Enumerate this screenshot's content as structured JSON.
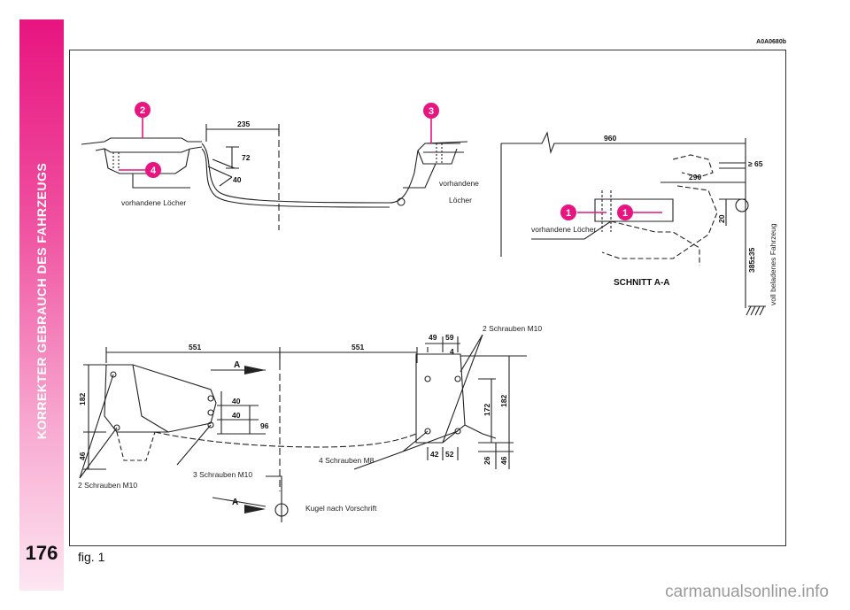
{
  "sidebar": {
    "title": "KORREKTER GEBRAUCH DES FAHRZEUGS",
    "page_number": "176"
  },
  "figure": {
    "code": "A0A0680b",
    "caption": "fig. 1",
    "labels": {
      "existing_holes_left": "vorhandene Löcher",
      "existing_holes_top_right_1": "vorhandene",
      "existing_holes_top_right_2": "Löcher",
      "existing_holes_section": "vorhandene Löcher",
      "section_title": "SCHNITT A-A",
      "loaded_vehicle": "voll beladenes Fahrzeug",
      "screws_2_m10_top": "2 Schrauben M10",
      "screws_2_m10_bottom": "2 Schrauben M10",
      "screws_3_m10": "3 Schrauben M10",
      "screws_4_m8": "4 Schrauben M8",
      "ball_spec": "Kugel nach Vorschrift",
      "section_marker": "A"
    },
    "callouts": {
      "c1": "1",
      "c2": "2",
      "c3": "3",
      "c4": "4"
    },
    "dimensions": {
      "d235": "235",
      "d72": "72",
      "d40a": "40",
      "d960": "960",
      "d65": "≥ 65",
      "d290": "290",
      "d20": "20",
      "d385": "385±35",
      "d551a": "551",
      "d551b": "551",
      "d182a": "182",
      "d46a": "46",
      "d40b": "40",
      "d40c": "40",
      "d96": "96",
      "d49": "49",
      "d59": "59",
      "d4": "4",
      "d172": "172",
      "d182b": "182",
      "d26": "26",
      "d46b": "46",
      "d42": "42",
      "d52": "52"
    },
    "accent_color": "#e8147f"
  },
  "watermark": "carmanualsonline.info"
}
